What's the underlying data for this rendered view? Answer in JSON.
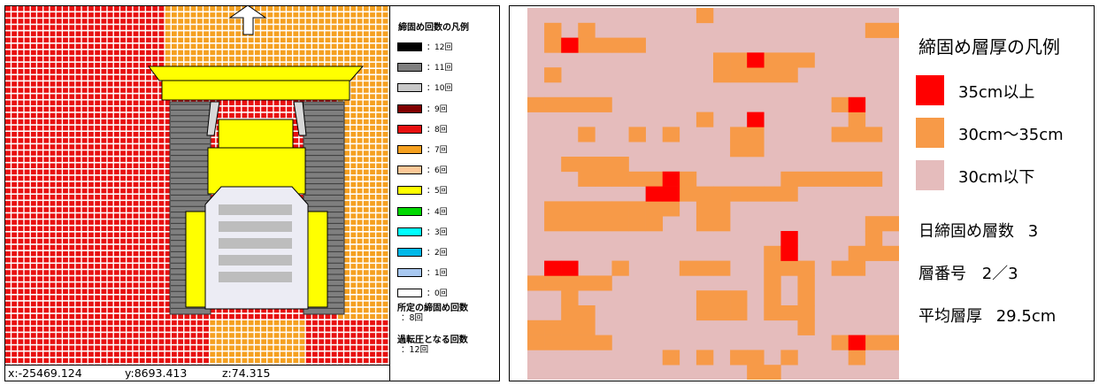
{
  "compaction_view": {
    "legend": {
      "title": "締固め回数の凡例",
      "items": [
        {
          "label": "：12回",
          "color": "#000000"
        },
        {
          "label": "：11回",
          "color": "#7f7f7f"
        },
        {
          "label": "：10回",
          "color": "#c8c8c8"
        },
        {
          "label": "：9回",
          "color": "#800000"
        },
        {
          "label": "：8回",
          "color": "#e81010"
        },
        {
          "label": "：7回",
          "color": "#f5a020"
        },
        {
          "label": "：6回",
          "color": "#fcc898"
        },
        {
          "label": "：5回",
          "color": "#ffff00"
        },
        {
          "label": "：4回",
          "color": "#00d800"
        },
        {
          "label": "：3回",
          "color": "#00ffff"
        },
        {
          "label": "：2回",
          "color": "#00b8e8"
        },
        {
          "label": "：1回",
          "color": "#a8c8f0"
        },
        {
          "label": "：0回",
          "color": "#ffffff"
        }
      ],
      "required_label": "所定の締固め回数",
      "required_value": "：8回",
      "over_label": "過転圧となる回数",
      "over_value": "：12回"
    },
    "coords": {
      "x": "x:-25469.124",
      "y": "y:8693.413",
      "z": "z:74.315"
    },
    "colors": {
      "red": "#e81010",
      "orange": "#f5a020",
      "grid_line": "#ffffff",
      "roller_body": "#ffff00",
      "track": "#7f7f7f",
      "cab": "#e8e8f0"
    },
    "icons": {
      "direction_arrow": "up-arrow-icon"
    }
  },
  "thickness_view": {
    "legend": {
      "title": "締固め層厚の凡例",
      "items": [
        {
          "label": "35cm以上",
          "color": "#ff0000"
        },
        {
          "label": "30cm～35cm",
          "color": "#f79a48"
        },
        {
          "label": "30cm以下",
          "color": "#e5bcbc"
        }
      ]
    },
    "daily_layers_label": "日締固め層数",
    "daily_layers_value": "3",
    "layer_number_label": "層番号",
    "layer_number_value": "2／3",
    "average_label": "平均層厚",
    "average_value": "29.5cm"
  }
}
